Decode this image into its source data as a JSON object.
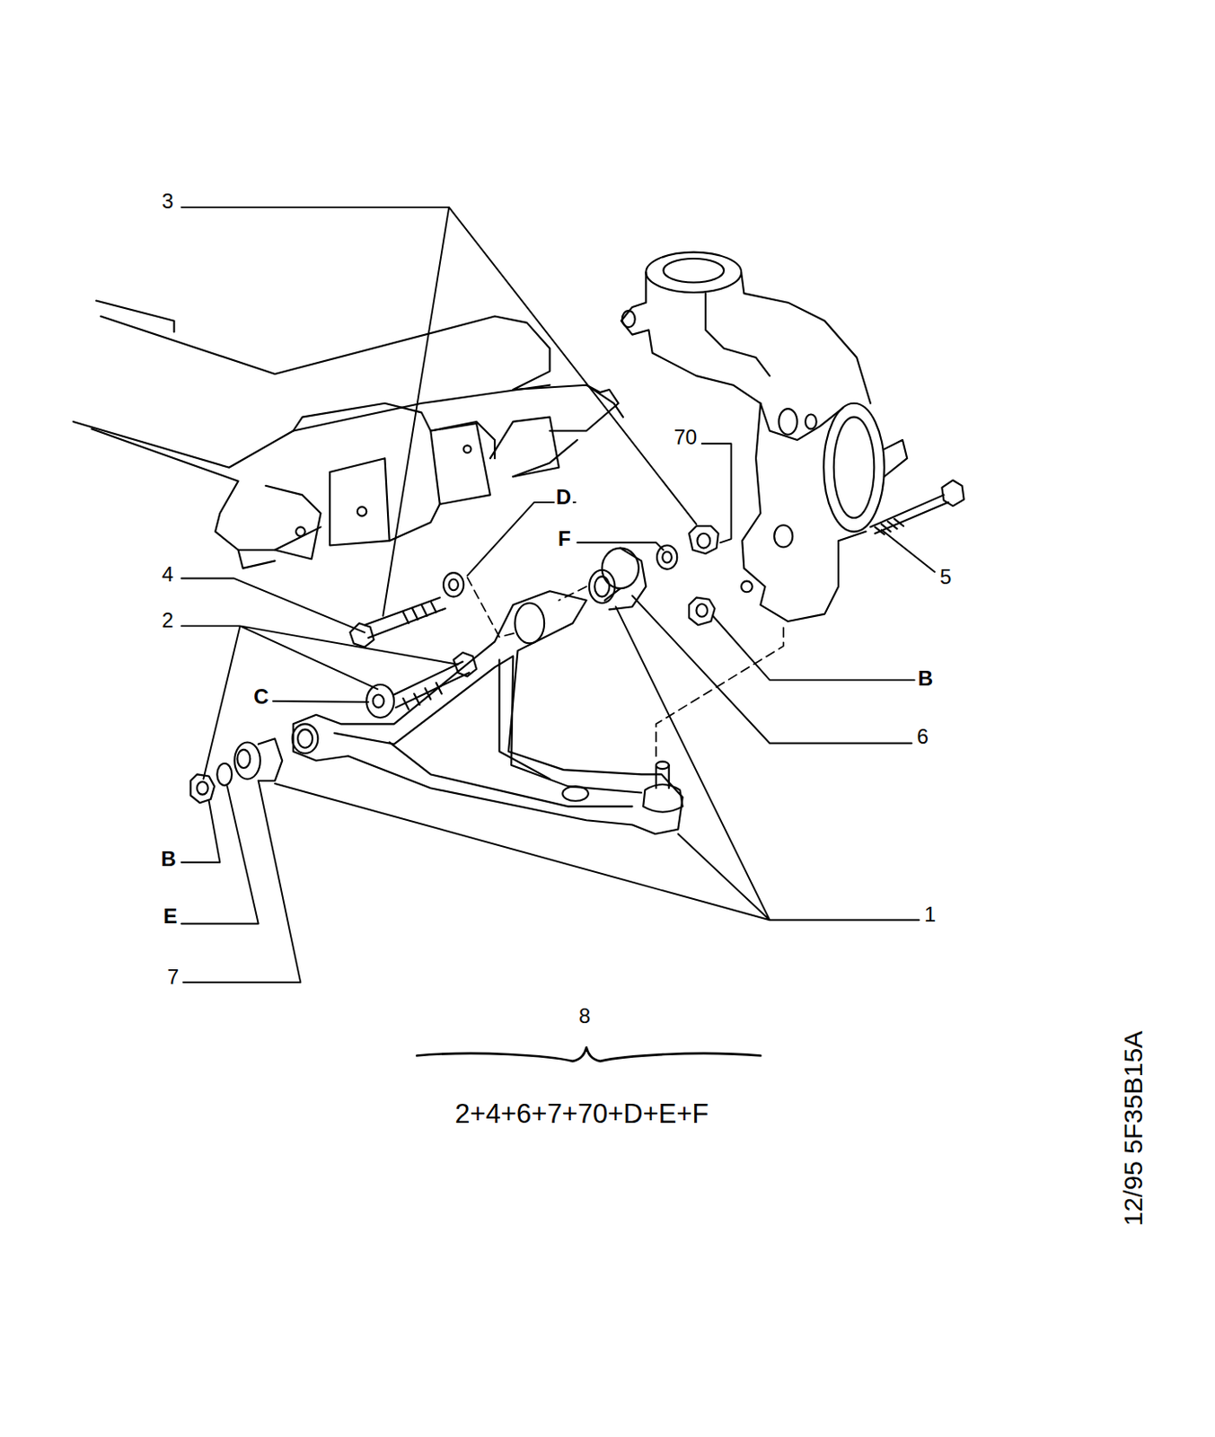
{
  "diagram": {
    "labels": [
      "3",
      "70",
      "D",
      "F",
      "5",
      "4",
      "B",
      "2",
      "C",
      "6",
      "1",
      "B",
      "E",
      "7",
      "8",
      "2+4+6+7+70+D+E+F",
      "12/95 5F35B15A"
    ]
  }
}
